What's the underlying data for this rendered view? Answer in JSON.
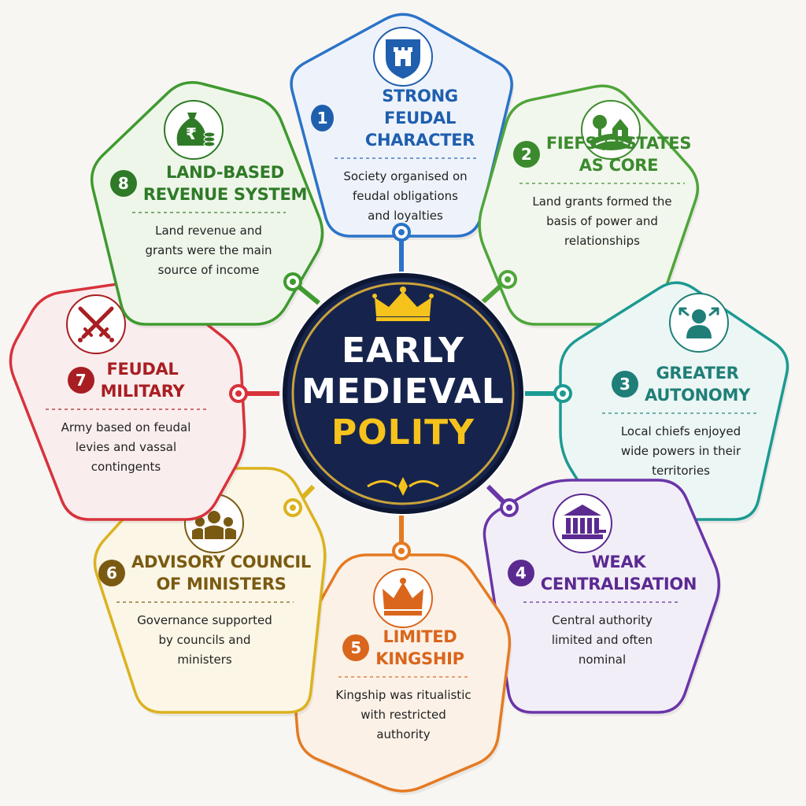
{
  "center": {
    "line1": "EARLY",
    "line2": "MEDIEVAL",
    "line3": "POLITY",
    "colors": {
      "fill": "#16244d",
      "ring": "#c9a23a",
      "accent": "#f6c21c"
    },
    "icon": "crown-icon"
  },
  "cards": [
    {
      "number": "1",
      "title": "STRONG\nFEUDAL CHARACTER",
      "desc": "Society organised on\nfeudal obligations\nand loyalties",
      "color": "#1f5fae",
      "icon": "castle-shield-icon"
    },
    {
      "number": "2",
      "title": "FIEFS / ESTATES\nAS CORE",
      "desc": "Land grants formed the\nbasis of power and\nrelationships",
      "color": "#3c8a2e",
      "icon": "estate-landscape-icon"
    },
    {
      "number": "3",
      "title": "GREATER\nAUTONOMY",
      "desc": "Local chiefs enjoyed\nwide powers in their\nterritories",
      "color": "#1f7f78",
      "icon": "person-autonomy-icon"
    },
    {
      "number": "4",
      "title": "WEAK\nCENTRALISATION",
      "desc": "Central authority\nlimited and often\nnominal",
      "color": "#5b2a91",
      "icon": "government-building-icon"
    },
    {
      "number": "5",
      "title": "LIMITED\nKINGSHIP",
      "desc": "Kingship was ritualistic\nwith restricted\nauthority",
      "color": "#d9661c",
      "icon": "crown-icon"
    },
    {
      "number": "6",
      "title": "ADVISORY COUNCIL\nOF MINISTERS",
      "desc": "Governance supported\nby councils and\nministers",
      "color": "#7a5a12",
      "icon": "council-group-icon"
    },
    {
      "number": "7",
      "title": "FEUDAL\nMILITARY",
      "desc": "Army based on feudal\nlevies and vassal\ncontingents",
      "color": "#a81e22",
      "icon": "crossed-swords-icon"
    },
    {
      "number": "8",
      "title": "LAND-BASED\nREVENUE SYSTEM",
      "desc": "Land revenue and\ngrants were the main\nsource of income",
      "color": "#2f7a27",
      "icon": "money-bag-icon"
    }
  ],
  "card_borders": [
    "#2b73c8",
    "#4fa53a",
    "#1c9a92",
    "#6a35a8",
    "#e57a22",
    "#dcb21f",
    "#d8323b",
    "#3f9a2f"
  ],
  "card_fills": [
    "#eef3fb",
    "#f1f7ec",
    "#ecf6f5",
    "#f2eef8",
    "#fcf1e7",
    "#fbf6e6",
    "#faeded",
    "#eef6ea"
  ]
}
